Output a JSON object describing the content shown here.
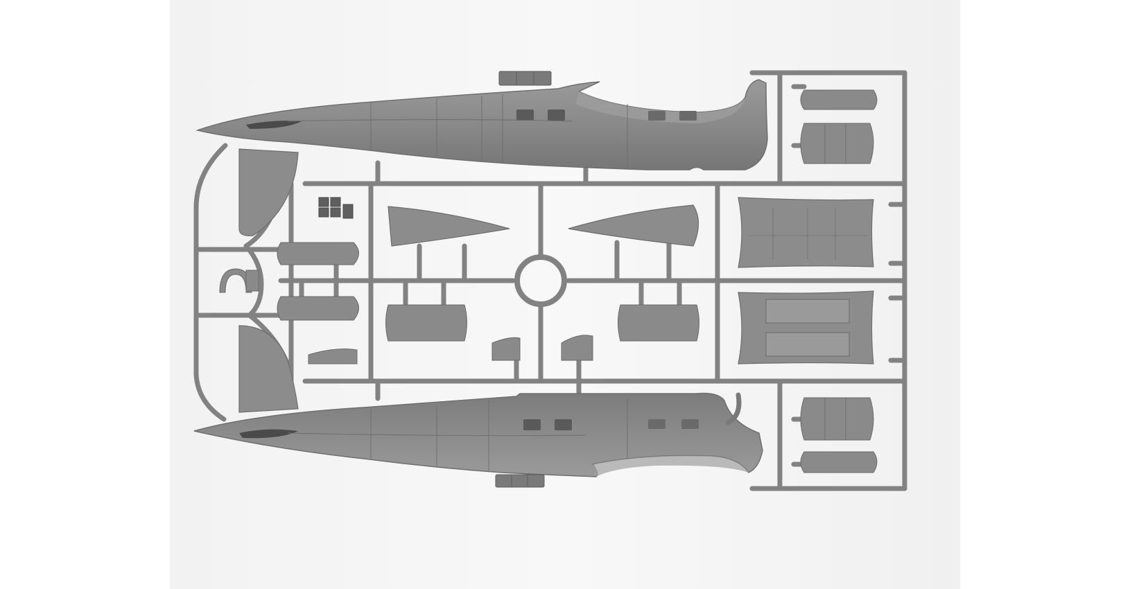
{
  "image": {
    "subject": "plastic-model-sprue",
    "colors": {
      "background": "#ffffff",
      "backdrop": "#f3f3f3",
      "plastic": "#8a8a8a",
      "plastic_dark": "#6f6f6f",
      "plastic_light": "#a2a2a2",
      "panel_line": "#5e5e5e",
      "recess": "#4a4a4a"
    },
    "parts": [
      "fuselage-half-top",
      "fuselage-half-bottom",
      "tail-fin-top",
      "tail-fin-bottom",
      "stabilizer-left",
      "stabilizer-right",
      "center-ring",
      "wheel-well-panel-upper",
      "wheel-well-panel-lower",
      "door-panels"
    ]
  }
}
